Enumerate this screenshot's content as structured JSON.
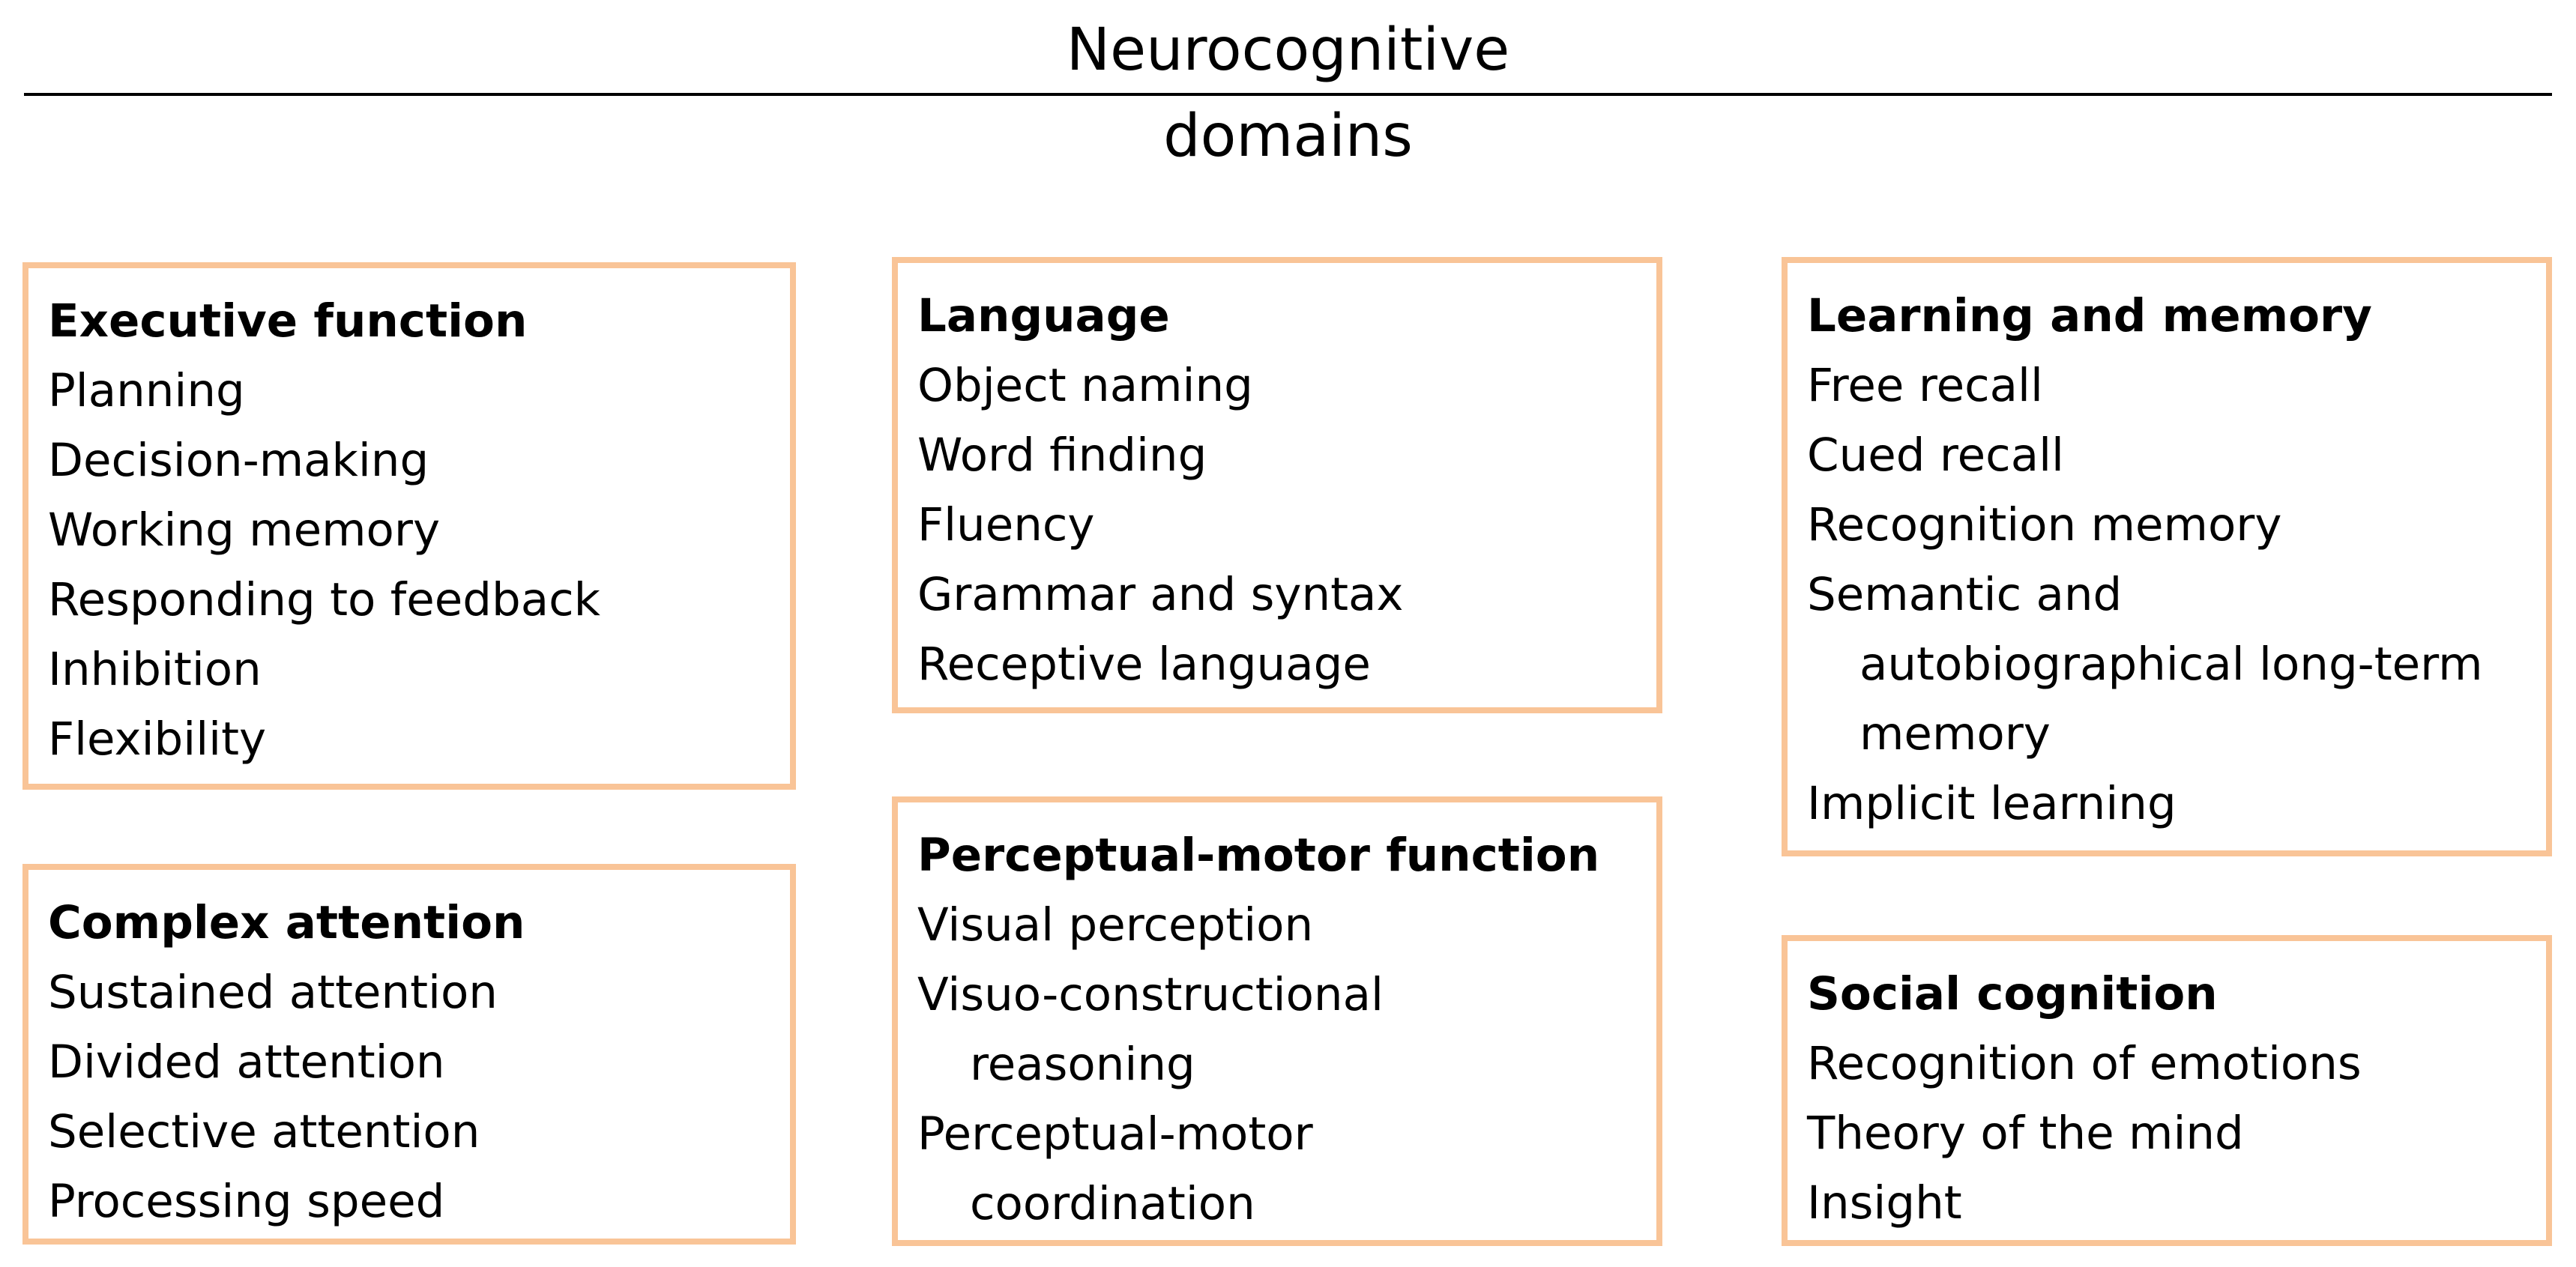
{
  "title": {
    "line1": "Neurocognitive",
    "line2": "domains"
  },
  "colors": {
    "box_border": "#f9c497",
    "text": "#000000",
    "rule": "#000000"
  },
  "domains": {
    "executive": {
      "heading": "Executive function",
      "items": [
        "Planning",
        "Decision-making",
        "Working memory",
        "Responding to feedback",
        "Inhibition",
        "Flexibility"
      ]
    },
    "attention": {
      "heading": "Complex attention",
      "items": [
        "Sustained attention",
        "Divided attention",
        "Selective attention",
        "Processing speed"
      ]
    },
    "language": {
      "heading": "Language",
      "items": [
        "Object naming",
        "Word finding",
        "Fluency",
        "Grammar and syntax",
        "Receptive language"
      ]
    },
    "perceptual": {
      "heading": "Perceptual-motor function",
      "items": [
        "Visual perception",
        "Visuo-constructional",
        "reasoning",
        "Perceptual-motor",
        "coordination"
      ]
    },
    "learning": {
      "heading": "Learning and memory",
      "items": [
        "Free recall",
        "Cued recall",
        "Recognition memory",
        "Semantic and",
        "autobiographical long-term",
        "memory",
        "Implicit learning"
      ]
    },
    "social": {
      "heading": "Social cognition",
      "items": [
        "Recognition of emotions",
        "Theory of the mind",
        "Insight"
      ]
    }
  }
}
